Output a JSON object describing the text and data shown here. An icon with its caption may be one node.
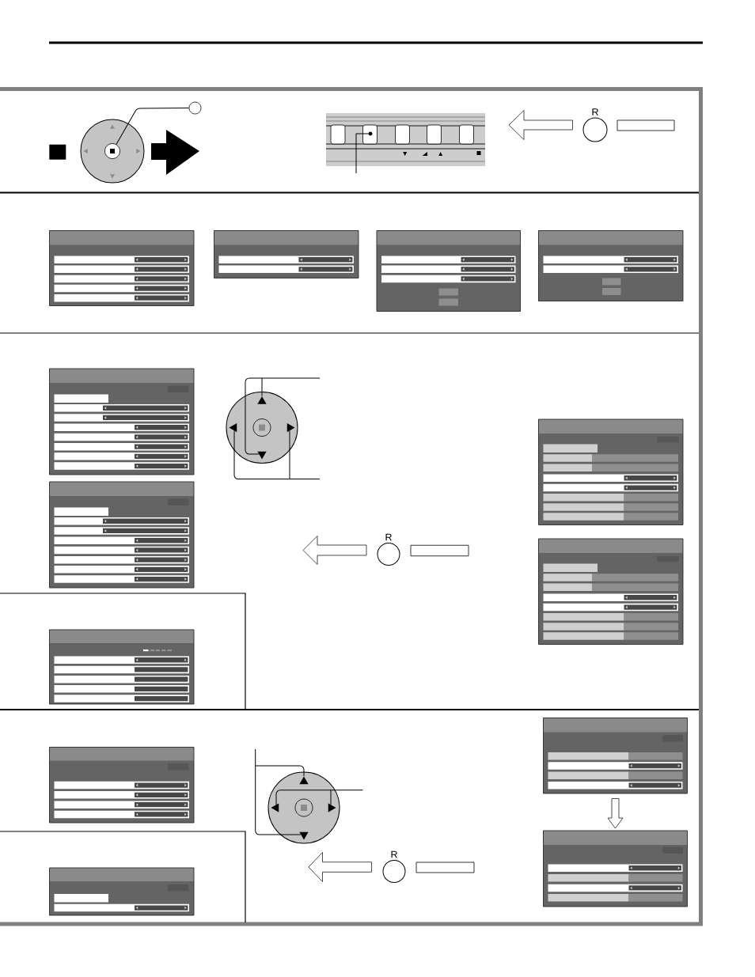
{
  "diagram": {
    "nodes": [
      {
        "text": [],
        "shape": "circle"
      },
      {
        "text": [],
        "shape": "circle"
      },
      {
        "text": [],
        "shape": "triangle",
        "in": 1
      },
      {
        "text": [],
        "shape": "triangle",
        "in": 1
      },
      {
        "text": [],
        "shape": "circle",
        "in": 1
      },
      {
        "text": [],
        "shape": "triangle",
        "in": 1
      },
      {
        "text": [],
        "shape": "triangle",
        "in": 1
      },
      {
        "text": [],
        "shape": "picture"
      },
      {
        "text": [],
        "shape": "box",
        "in": 7
      },
      {
        "text": [],
        "shape": "box",
        "in": 7
      },
      {
        "text": [],
        "shape": "box",
        "in": 7
      },
      {
        "text": [],
        "shape": "box",
        "in": 7
      },
      {
        "text": [],
        "shape": "box",
        "in": 7
      },
      {
        "text": [
          "R"
        ]
      },
      {
        "text": [],
        "shape": "box"
      },
      {
        "text": [],
        "shape": "picture"
      },
      {
        "text": [],
        "shape": "picture"
      },
      {
        "text": [],
        "shape": "picture"
      },
      {
        "text": [],
        "shape": "picture"
      },
      {
        "text": [],
        "shape": "picture"
      },
      {
        "text": [],
        "shape": "circle"
      },
      {
        "text": [],
        "shape": "triangle",
        "in": 20
      },
      {
        "text": [],
        "shape": "triangle",
        "in": 20
      },
      {
        "text": [],
        "shape": "triangle",
        "in": 20
      },
      {
        "text": [],
        "shape": "triangle",
        "in": 20
      },
      {
        "text": [],
        "shape": "picture"
      },
      {
        "text": [],
        "shape": "picture"
      },
      {
        "text": [
          "R"
        ]
      },
      {
        "text": [],
        "shape": "box"
      },
      {
        "text": [],
        "shape": "picture"
      },
      {
        "text": [],
        "shape": "picture"
      },
      {
        "text": [],
        "shape": "picture"
      },
      {
        "text": [],
        "shape": "picture"
      },
      {
        "text": [],
        "shape": "circle"
      },
      {
        "text": [],
        "shape": "triangle",
        "in": 33
      },
      {
        "text": [],
        "shape": "triangle",
        "in": 33
      },
      {
        "text": [],
        "shape": "triangle",
        "in": 33
      },
      {
        "text": [],
        "shape": "triangle",
        "in": 33
      },
      {
        "text": [],
        "shape": "picture"
      },
      {
        "text": [
          "R"
        ]
      },
      {
        "text": [],
        "shape": "box"
      },
      {
        "text": [],
        "shape": "picture"
      },
      {
        "text": [],
        "shape": "circle",
        "in": 9
      }
    ],
    "edges": [
      {
        "from": 0,
        "to": 4,
        "arrow": "none"
      },
      {
        "from": null,
        "to": 42,
        "arrow": "none"
      },
      {
        "from": null,
        "to": 21,
        "arrow": "none"
      },
      {
        "from": null,
        "to": 24,
        "arrow": "none"
      },
      {
        "from": null,
        "to": 22,
        "arrow": "none"
      },
      {
        "from": null,
        "to": 23,
        "arrow": "none"
      },
      {
        "from": null,
        "to": 34,
        "arrow": "none"
      },
      {
        "from": null,
        "to": 37,
        "arrow": "none"
      },
      {
        "from": null,
        "to": 35,
        "arrow": "none"
      },
      {
        "from": null,
        "to": 36,
        "arrow": "none"
      },
      {
        "from": 31,
        "to": 38,
        "arrow": "to"
      },
      {
        "from": 13,
        "to": null,
        "arrow": "to"
      },
      {
        "from": 27,
        "to": null,
        "arrow": "to"
      },
      {
        "from": 39,
        "to": null,
        "arrow": "to"
      }
    ]
  }
}
